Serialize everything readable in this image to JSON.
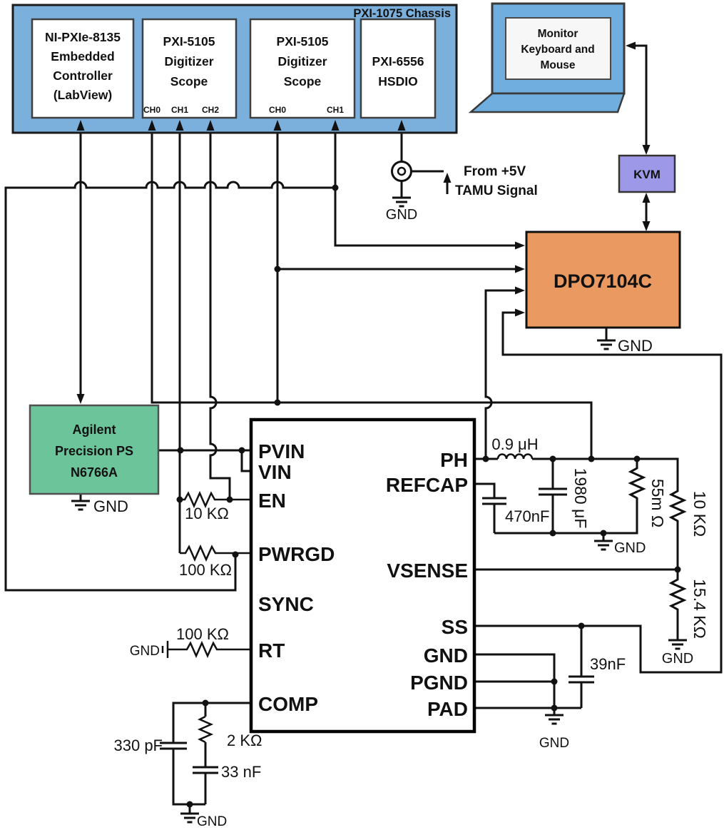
{
  "chassis": {
    "label": "PXI-1075 Chassis",
    "modules": [
      {
        "lines": [
          "NI-PXIe-8135",
          "Embedded",
          "Controller",
          "(LabView)"
        ]
      },
      {
        "lines": [
          "PXI-5105",
          "Digitizer",
          "Scope"
        ],
        "channels": [
          "CH0",
          "CH1",
          "CH2"
        ]
      },
      {
        "lines": [
          "PXI-5105",
          "Digitizer",
          "Scope"
        ],
        "channels": [
          "CH0",
          "CH1"
        ]
      },
      {
        "lines": [
          "PXI-6556",
          "HSDIO"
        ]
      }
    ]
  },
  "monitor": {
    "lines": [
      "Monitor",
      "Keyboard and",
      "Mouse"
    ]
  },
  "kvm": {
    "label": "KVM"
  },
  "dpo": {
    "label": "DPO7104C"
  },
  "supply": {
    "lines": [
      "Agilent",
      "Precision PS",
      "N6766A"
    ]
  },
  "signal": {
    "lines": [
      "From +5V",
      "TAMU Signal"
    ]
  },
  "ic": {
    "left_pins": [
      "PVIN",
      "VIN",
      "EN",
      "PWRGD",
      "SYNC",
      "RT",
      "COMP"
    ],
    "right_pins": [
      "PH",
      "REFCAP",
      "VSENSE",
      "SS",
      "GND",
      "PGND",
      "PAD"
    ]
  },
  "components": {
    "inductor": "0.9 μH",
    "refcap_cap": "470nF",
    "bulk_cap": "1980 μF",
    "sense_res": "55m Ω",
    "fb_top_res": "10 KΩ",
    "fb_bottom_res": "15.4 KΩ",
    "ss_cap": "39nF",
    "en_pullup": "10 KΩ",
    "pwrgd_pullup": "100 KΩ",
    "rt_res": "100 KΩ",
    "comp_cap1": "330 pF",
    "comp_res": "2 KΩ",
    "comp_cap2": "33 nF"
  },
  "labels": {
    "gnd": "GND"
  },
  "colors": {
    "chassis_blue": "#7BAFDC",
    "monitor_blue": "#6FAEDF",
    "kvm_purple": "#9D99E8",
    "dpo_orange": "#EA9A60",
    "supply_green": "#6CC49B"
  }
}
